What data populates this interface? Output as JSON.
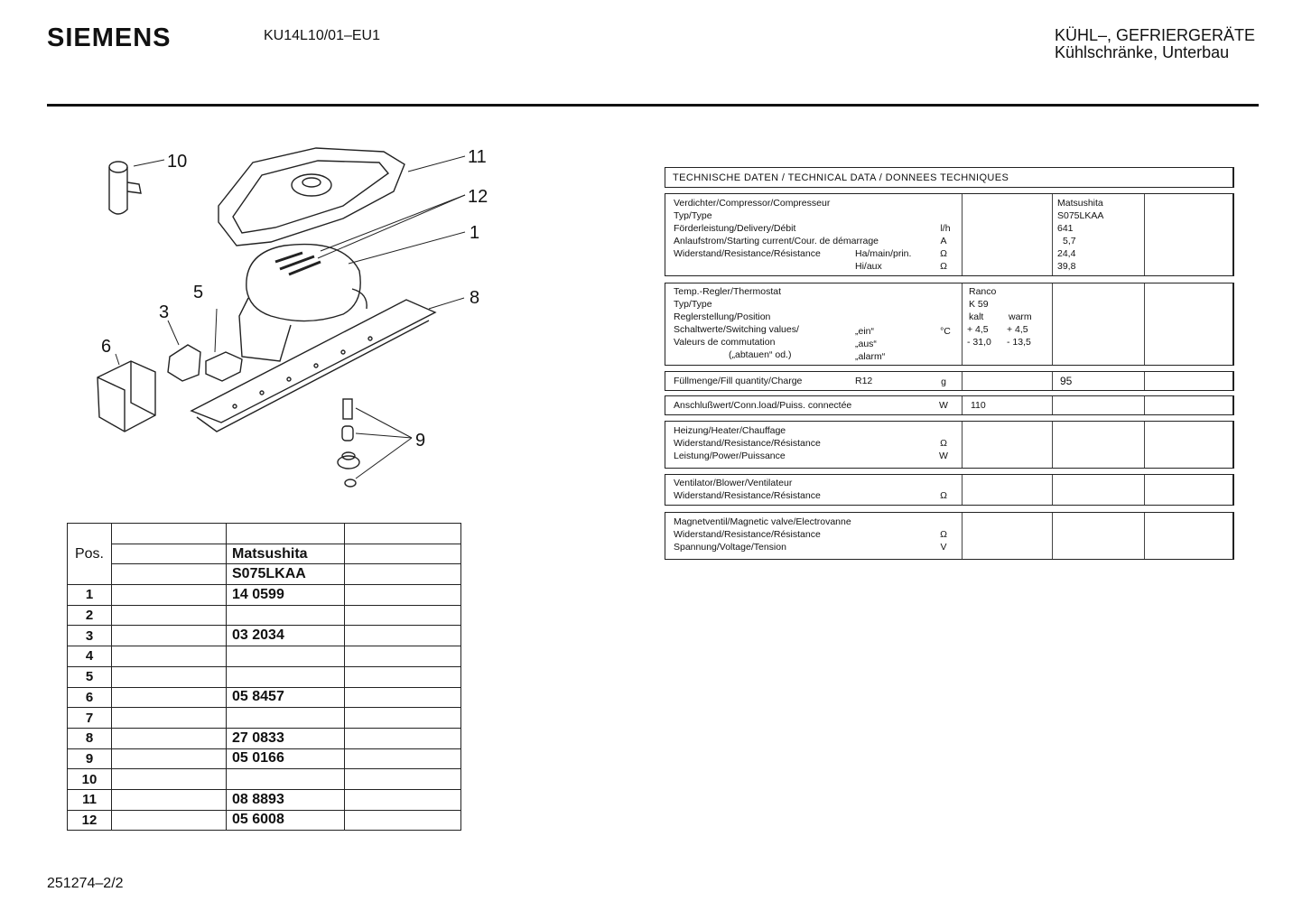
{
  "header": {
    "brand": "SIEMENS",
    "model": "KU14L10/01–EU1",
    "category_line1": "KÜHL–, GEFRIERGERÄTE",
    "category_line2": "Kühlschränke, Unterbau"
  },
  "diagram": {
    "callouts": [
      "10",
      "11",
      "12",
      "1",
      "5",
      "3",
      "6",
      "8",
      "9"
    ]
  },
  "parts_table": {
    "pos_label": "Pos.",
    "manufacturer": "Matsushita",
    "compressor_model": "S075LKAA",
    "rows": [
      {
        "pos": "1",
        "part": "14 0599"
      },
      {
        "pos": "2",
        "part": ""
      },
      {
        "pos": "3",
        "part": "03 2034"
      },
      {
        "pos": "4",
        "part": ""
      },
      {
        "pos": "5",
        "part": ""
      },
      {
        "pos": "6",
        "part": "05 8457"
      },
      {
        "pos": "7",
        "part": ""
      },
      {
        "pos": "8",
        "part": "27 0833"
      },
      {
        "pos": "9",
        "part": "05 0166"
      },
      {
        "pos": "10",
        "part": ""
      },
      {
        "pos": "11",
        "part": "08 8893"
      },
      {
        "pos": "12",
        "part": "05 6008"
      }
    ]
  },
  "technical_data": {
    "title": "TECHNISCHE DATEN / TECHNICAL DATA / DONNEES TECHNIQUES",
    "compressor": {
      "l1": "Verdichter/Compressor/Compresseur",
      "l2": "Typ/Type",
      "l3": "Förderleistung/Delivery/Débit",
      "l4": "Anlaufstrom/Starting current/Cour. de démarrage",
      "l5": "Widerstand/Resistance/Résistance",
      "l5b": "Ha/main/prin.",
      "l6b": "Hi/aux",
      "u3": "l/h",
      "u4": "A",
      "u5": "Ω",
      "u6": "Ω",
      "v1": "Matsushita",
      "v2": "S075LKAA",
      "v3": "641",
      "v4": "5,7",
      "v5": "24,4",
      "v6": "39,8"
    },
    "thermostat": {
      "l1": "Temp.-Regler/Thermostat",
      "l2": "Typ/Type",
      "l3": "Reglerstellung/Position",
      "l4": "Schaltwerte/Switching values/",
      "l5": "Valeurs de commutation",
      "l6": "(„abtauen“ od.)",
      "s4": "„ein“",
      "s5": "„aus“",
      "s6": "„alarm“",
      "u4": "°C",
      "v1": "Ranco",
      "v2": "K 59",
      "v3a": "kalt",
      "v3b": "warm",
      "v4a": "+ 4,5",
      "v4b": "+ 4,5",
      "v5a": "- 31,0",
      "v5b": "- 13,5"
    },
    "charge": {
      "label": "Füllmenge/Fill quantity/Charge",
      "refrigerant": "R12",
      "unit": "g",
      "value": "95"
    },
    "connected_load": {
      "label": "Anschlußwert/Conn.load/Puiss. connectée",
      "unit": "W",
      "value": "110"
    },
    "heater": {
      "l1": "Heizung/Heater/Chauffage",
      "l2": "Widerstand/Resistance/Résistance",
      "l3": "Leistung/Power/Puissance",
      "u2": "Ω",
      "u3": "W"
    },
    "blower": {
      "l1": "Ventilator/Blower/Ventilateur",
      "l2": "Widerstand/Resistance/Résistance",
      "u2": "Ω"
    },
    "valve": {
      "l1": "Magnetventil/Magnetic valve/Electrovanne",
      "l2": "Widerstand/Resistance/Résistance",
      "l3": "Spannung/Voltage/Tension",
      "u2": "Ω",
      "u3": "V"
    }
  },
  "footer": {
    "doc_number": "251274–2/2"
  }
}
